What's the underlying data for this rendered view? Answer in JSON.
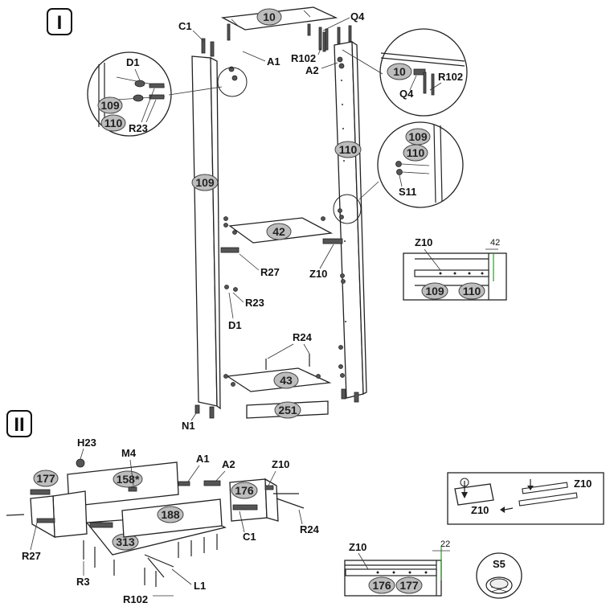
{
  "steps": {
    "one": "I",
    "two": "II"
  },
  "parts": {
    "p10": "10",
    "p109": "109",
    "p110": "110",
    "p42": "42",
    "p43": "43",
    "p251": "251",
    "p177": "177",
    "p158": "158*",
    "p176": "176",
    "p188": "188",
    "p313": "313"
  },
  "hardware": {
    "C1": "C1",
    "Q4": "Q4",
    "A1": "A1",
    "A2": "A2",
    "R102": "R102",
    "D1": "D1",
    "R23": "R23",
    "S11": "S11",
    "R27": "R27",
    "Z10": "Z10",
    "R24": "R24",
    "N1": "N1",
    "H23": "H23",
    "M4": "M4",
    "R3": "R3",
    "L1": "L1",
    "S5": "S5"
  },
  "dimensions": {
    "d42": "42",
    "d22": "22"
  }
}
